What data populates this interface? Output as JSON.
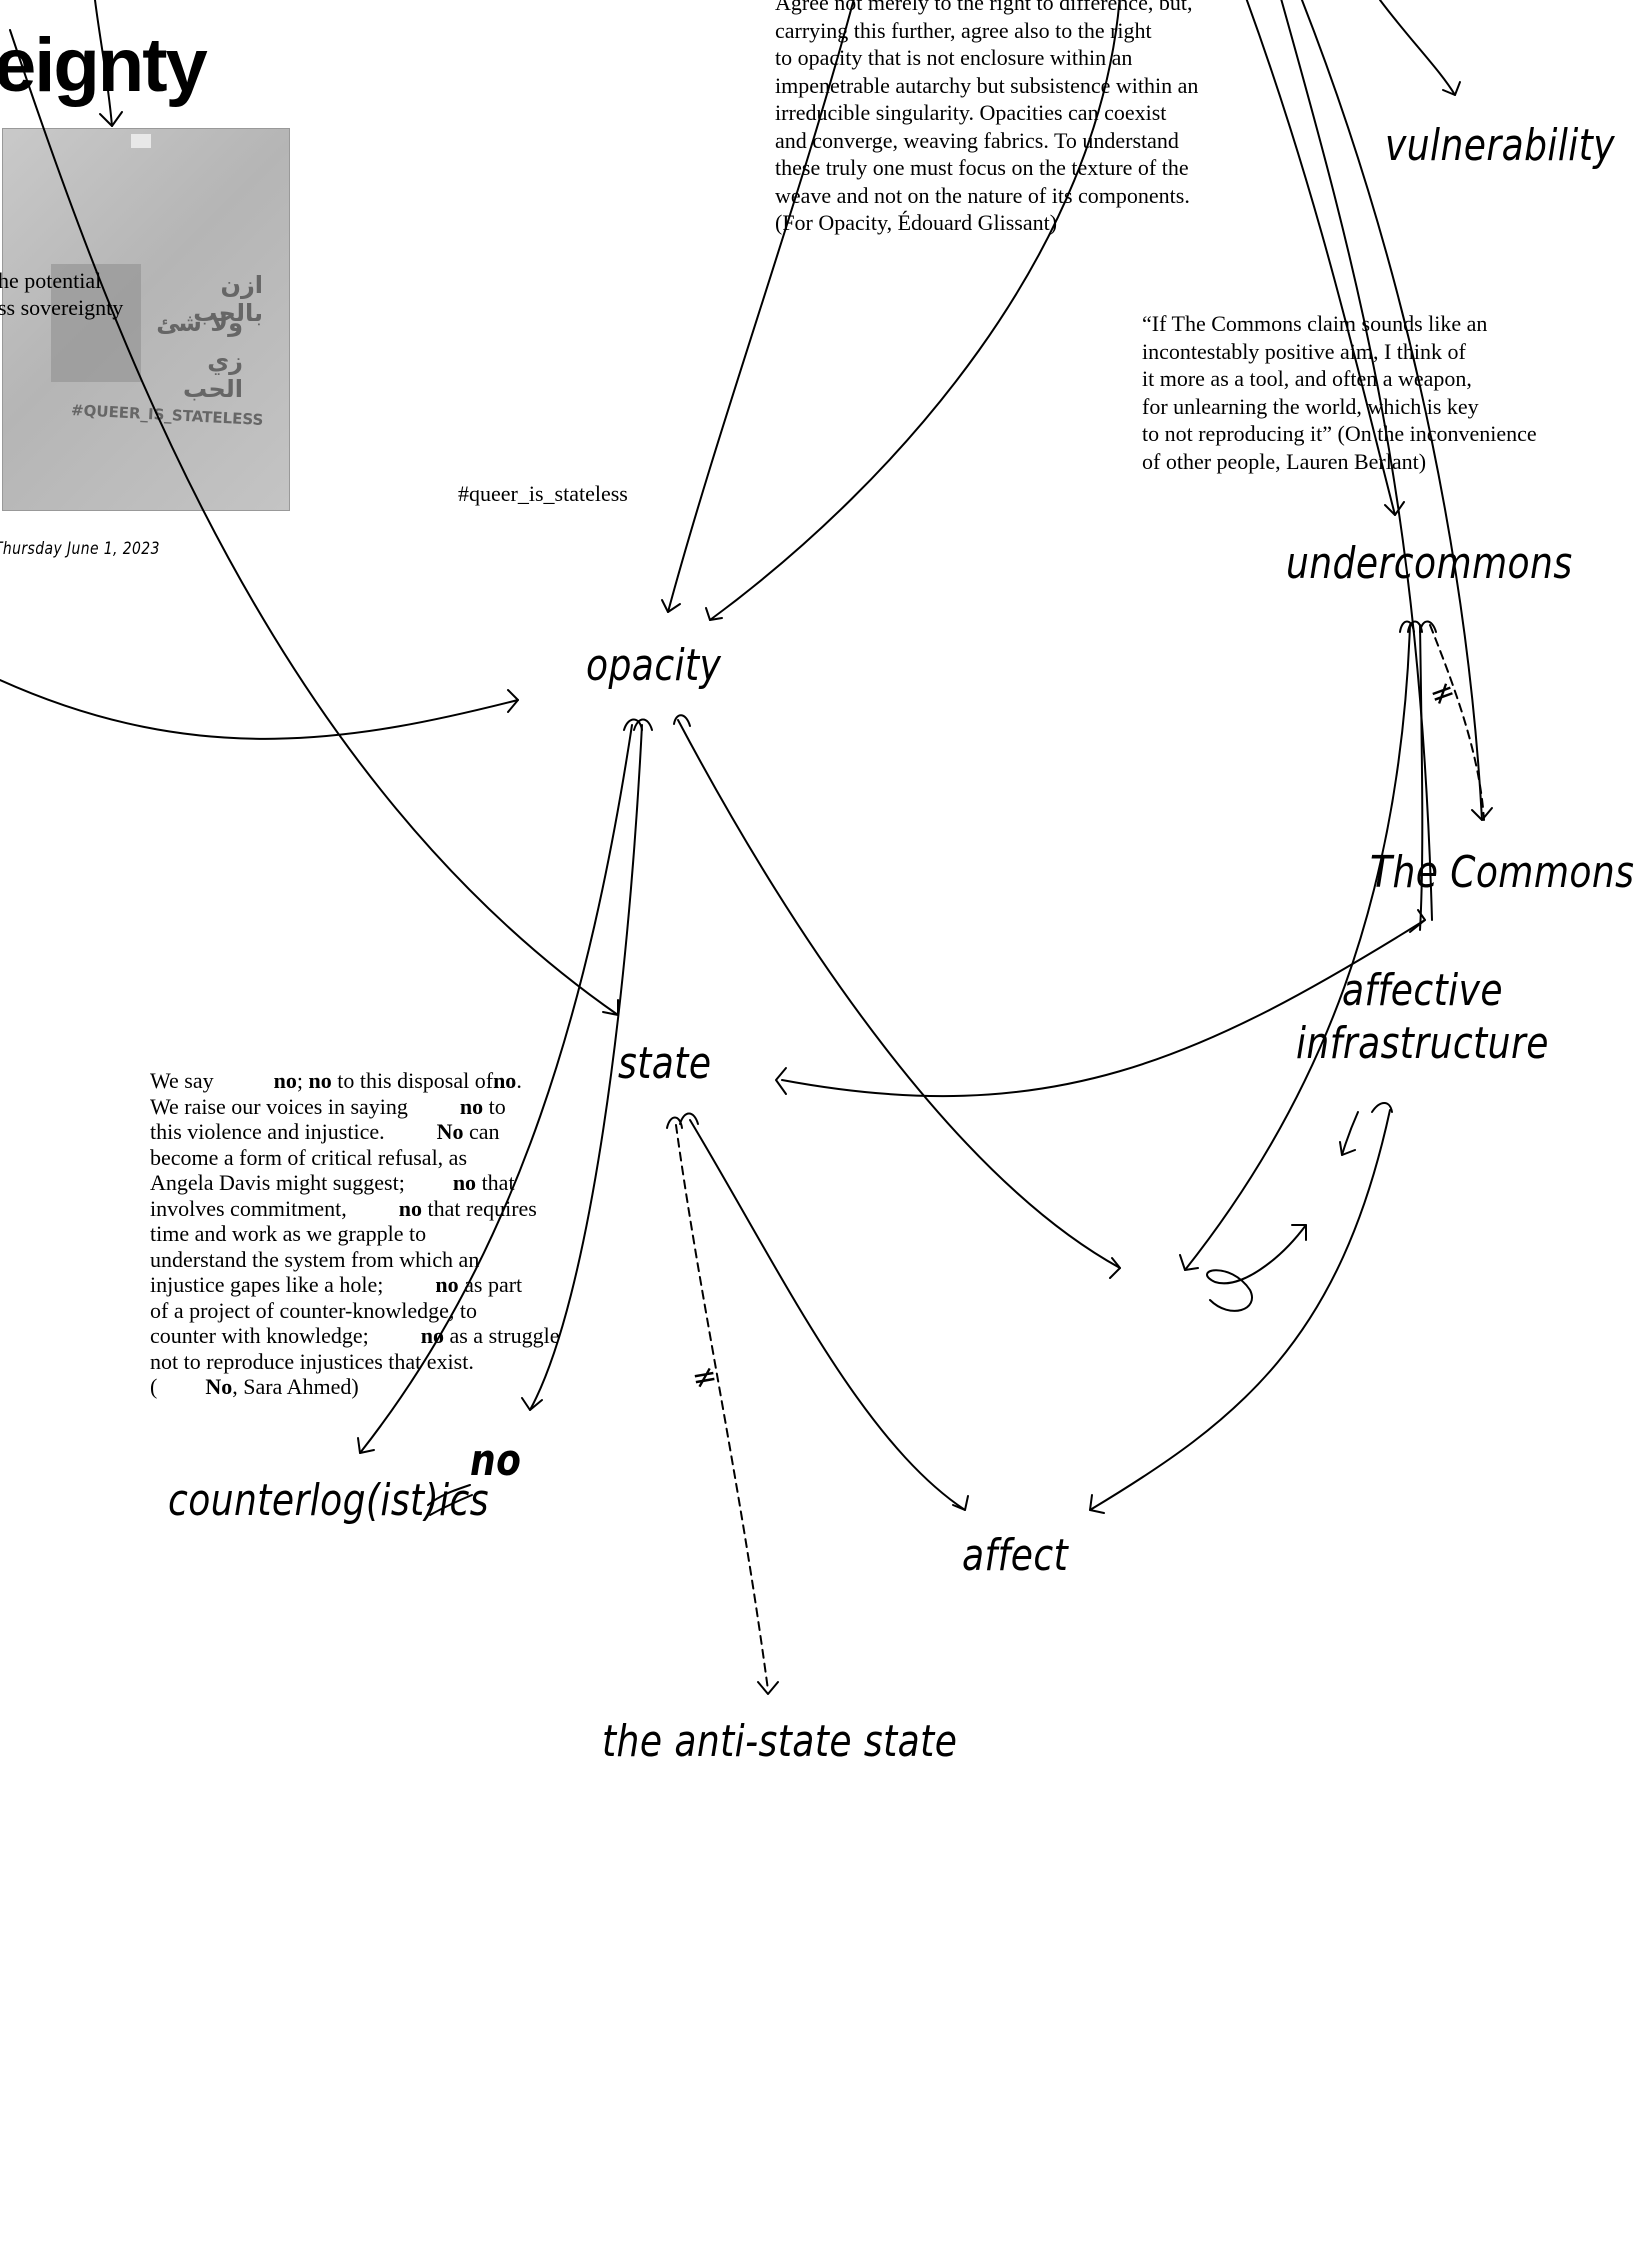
{
  "title_fragment": "eignty",
  "photo": {
    "caption_lines": [
      "he potential",
      "ss sovereignty"
    ],
    "shirt_arabic": [
      "ازن بالحب",
      "ولا شئ",
      "زي الحب"
    ],
    "shirt_tag": "#QUEER_IS_STATELESS",
    "date": "Thursday  June  1, 2023"
  },
  "hashtag": "#queer_is_stateless",
  "quote_opacity": [
    "Agree not merely to the right to difference, but,",
    "carrying this further, agree also to the right",
    "to opacity that is not enclosure within an",
    "impenetrable autarchy but subsistence within an",
    "irreducible singularity. Opacities can coexist",
    "and converge, weaving fabrics. To understand",
    "these truly one must focus on the texture of the",
    "weave and not on the nature of its components.",
    "(For Opacity, Édouard Glissant)"
  ],
  "quote_commons": [
    "“If The Commons claim sounds like an",
    "incontestably positive aim, I think of",
    "it more as a tool, and often a weapon,",
    "for unlearning the world, which is key",
    "to not reproducing it” (On the inconvenience",
    "of other people, Lauren Berlant)"
  ],
  "quote_no": {
    "l1a": "We say",
    "l1b": "no",
    "l1c": "; ",
    "l1d": "no",
    "l1e": " to this disposal of",
    "l1f": "no",
    "l1g": ".",
    "l2a": "We raise our voices in saying",
    "l2b": "no",
    "l2c": " to",
    "l3a": "this violence and injustice.",
    "l3b": "No",
    "l3c": " can",
    "l4": "become a form of critical refusal, as",
    "l5a": "Angela Davis might suggest;",
    "l5b": "no",
    "l5c": " that",
    "l6a": "involves commitment,",
    "l6b": "no",
    "l6c": " that requires",
    "l7": "time and work as we grapple to",
    "l8": "understand the system from which an",
    "l9a": "injustice gapes like a hole;",
    "l9b": "no",
    "l9c": " as part",
    "l10": "of a project of counter-knowledge, to",
    "l11a": "counter with knowledge;",
    "l11b": "no",
    "l11c": " as a struggle",
    "l12": "not to reproduce injustices that exist.",
    "l13a": "(",
    "l13b": "No",
    "l13c": ", Sara Ahmed)"
  },
  "nodes": {
    "vulnerability": "vulnerability",
    "undercommons": "undercommons",
    "opacity": "opacity",
    "the_commons": "The Commons",
    "affective_1": "affective",
    "affective_2": "infrastructure",
    "state": "state",
    "no": "no",
    "counterlogistics": "counterlog(ist)ics",
    "affect": "affect",
    "anti_state": "the anti-state state"
  },
  "symbols": {
    "not_equal_1": "≠",
    "not_equal_2": "≠"
  }
}
